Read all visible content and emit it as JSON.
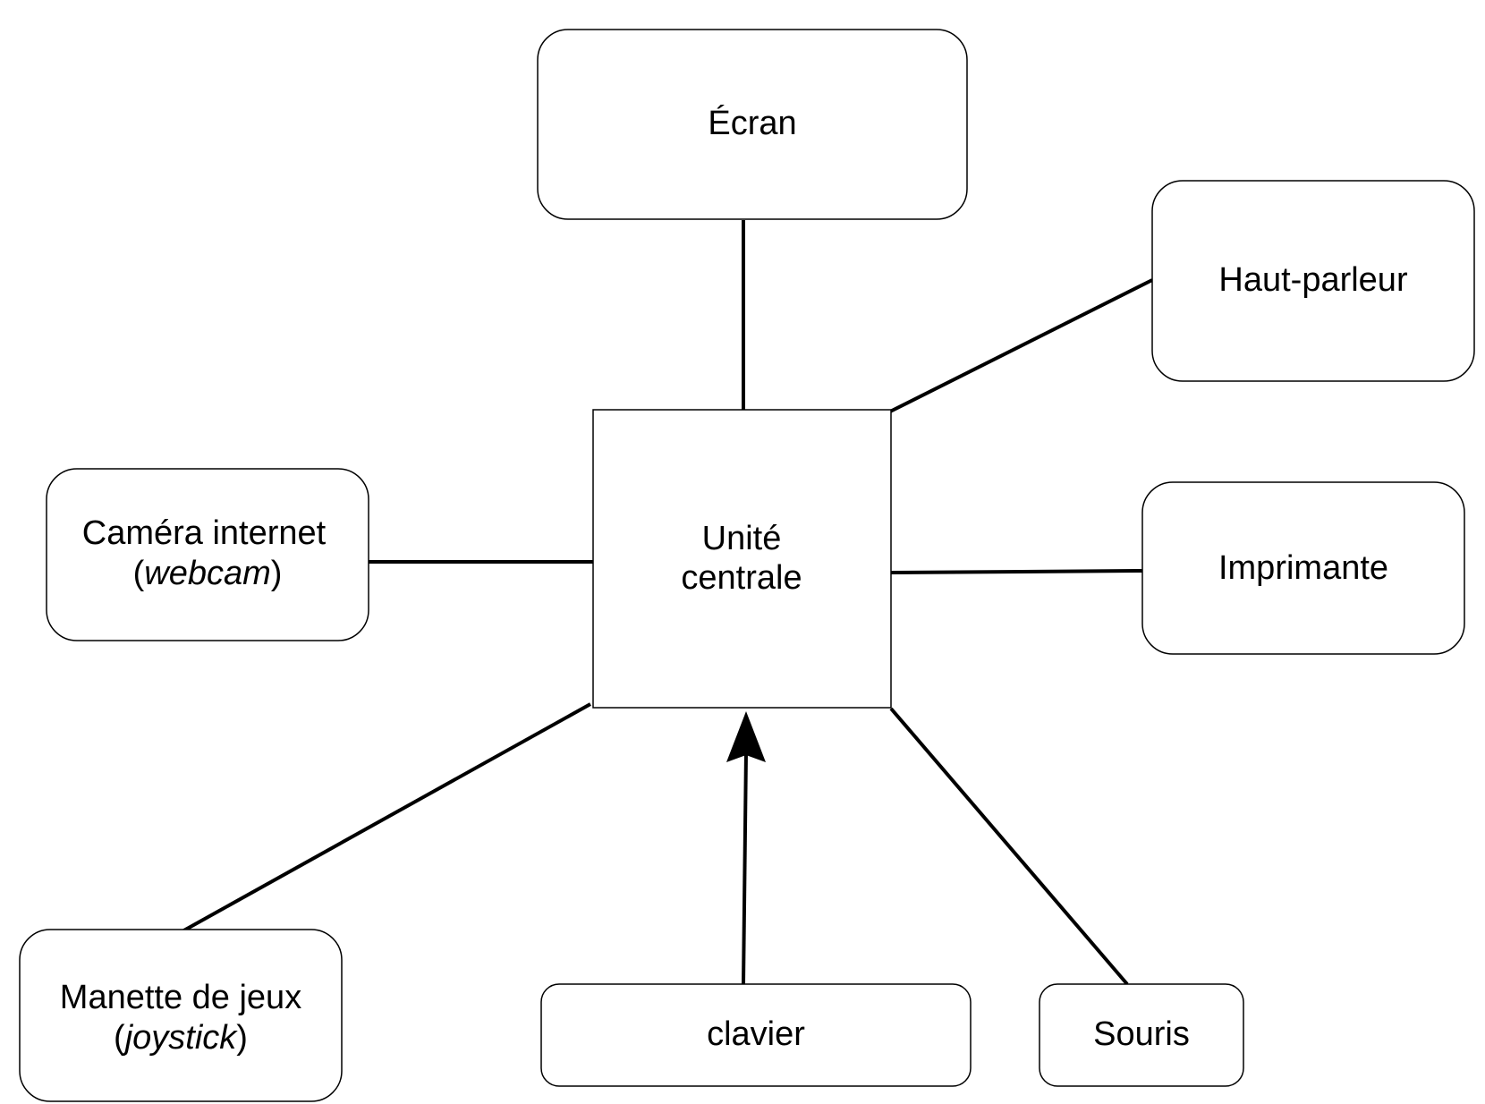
{
  "nodes": {
    "ecran": {
      "label": "Écran"
    },
    "haut_parleur": {
      "label": "Haut-parleur"
    },
    "camera": {
      "line1": "Caméra internet",
      "line2_open": "(",
      "line2_italic": "webcam",
      "line2_close": ")"
    },
    "unite_centrale": {
      "line1": "Unité",
      "line2": "centrale"
    },
    "imprimante": {
      "label": "Imprimante"
    },
    "manette": {
      "line1": "Manette de jeux",
      "line2_open": "(",
      "line2_italic": "joystick",
      "line2_close": ")"
    },
    "clavier": {
      "label": "clavier"
    },
    "souris": {
      "label": "Souris"
    }
  },
  "edges": [
    {
      "from": "ecran",
      "to": "unite_centrale",
      "arrow": false
    },
    {
      "from": "haut_parleur",
      "to": "unite_centrale",
      "arrow": false
    },
    {
      "from": "camera",
      "to": "unite_centrale",
      "arrow": false
    },
    {
      "from": "imprimante",
      "to": "unite_centrale",
      "arrow": false
    },
    {
      "from": "manette",
      "to": "unite_centrale",
      "arrow": false
    },
    {
      "from": "clavier",
      "to": "unite_centrale",
      "arrow": true
    },
    {
      "from": "souris",
      "to": "unite_centrale",
      "arrow": false
    }
  ]
}
